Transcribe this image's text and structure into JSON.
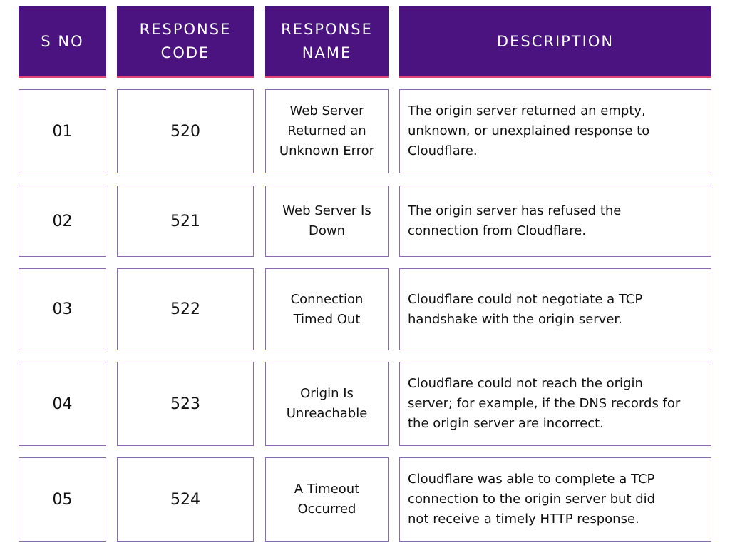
{
  "header": {
    "sno": "S NO",
    "response_code": "RESPONSE\nCODE",
    "response_name": "RESPONSE\nNAME",
    "description": "DESCRIPTION"
  },
  "rows": [
    {
      "sno": "01",
      "code": "520",
      "name": "Web Server\nReturned an\nUnknown Error",
      "description": "The origin server returned an empty,\nunknown, or unexplained response to\nCloudflare."
    },
    {
      "sno": "02",
      "code": "521",
      "name": "Web Server Is\nDown",
      "description": "The origin server has refused the\nconnection from Cloudflare."
    },
    {
      "sno": "03",
      "code": "522",
      "name": "Connection\nTimed Out",
      "description": "Cloudflare could not negotiate a TCP\nhandshake with the origin server."
    },
    {
      "sno": "04",
      "code": "523",
      "name": "Origin Is\nUnreachable",
      "description": "Cloudflare could not reach the origin\nserver; for example, if the DNS records for\nthe origin server are incorrect."
    },
    {
      "sno": "05",
      "code": "524",
      "name": "A Timeout\nOccurred",
      "description": "Cloudflare was able to complete a TCP\nconnection to the origin server but did\nnot receive a timely HTTP response."
    }
  ]
}
